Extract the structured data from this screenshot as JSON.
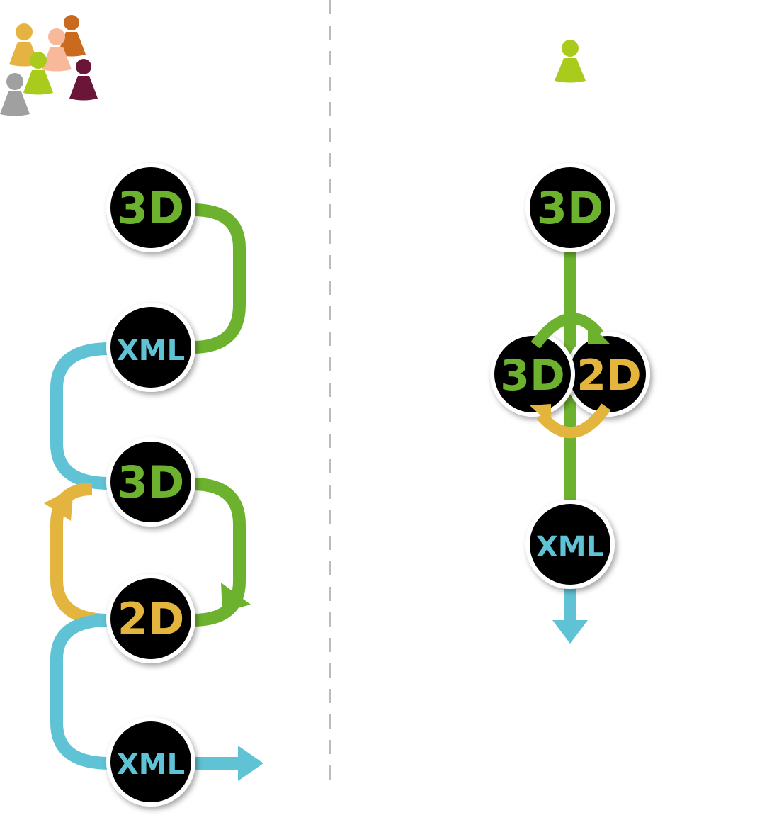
{
  "colors": {
    "green": "#6db22e",
    "blue": "#5fc3d5",
    "yellow": "#e4b53e",
    "node_fill": "#000000",
    "node_ring": "#ffffff",
    "divider": "#bbbbbb",
    "person_yellow": "#e5b342",
    "person_peach": "#f7b99a",
    "person_orange": "#c96a1e",
    "person_lime": "#a9cc1c",
    "person_gray": "#a0a0a0",
    "person_maroon": "#6b1538"
  },
  "nodes": {
    "left_3d_top": {
      "label": "3D",
      "color": "#6db22e"
    },
    "left_xml_1": {
      "label": "XML",
      "color": "#5fc3d5"
    },
    "left_3d_mid": {
      "label": "3D",
      "color": "#6db22e"
    },
    "left_2d": {
      "label": "2D",
      "color": "#e4b53e"
    },
    "left_xml_2": {
      "label": "XML",
      "color": "#5fc3d5"
    },
    "right_3d_top": {
      "label": "3D",
      "color": "#6db22e"
    },
    "right_3d_pair": {
      "label": "3D",
      "color": "#6db22e"
    },
    "right_2d_pair": {
      "label": "2D",
      "color": "#e4b53e"
    },
    "right_xml": {
      "label": "XML",
      "color": "#5fc3d5"
    }
  },
  "icons": {
    "team": "people-group-icon",
    "single": "person-icon"
  }
}
